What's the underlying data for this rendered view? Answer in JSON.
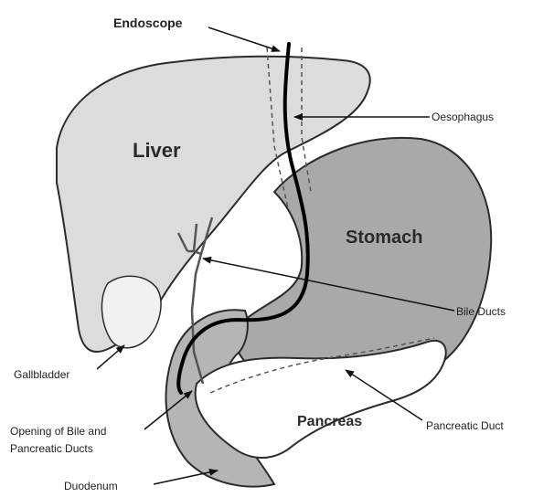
{
  "diagram": {
    "organs": {
      "liver": "Liver",
      "stomach": "Stomach",
      "pancreas": "Pancreas"
    },
    "labels": {
      "endoscope": "Endoscope",
      "oesophagus": "Oesophagus",
      "bile_ducts": "Bile Ducts",
      "gallbladder": "Gallbladder",
      "pancreatic_duct": "Pancreatic Duct",
      "opening_line1": "Opening of Bile and",
      "opening_line2": "Pancreatic Ducts",
      "duodenum": "Duodenum"
    },
    "colors": {
      "liver_fill": "#dcdcdc",
      "stomach_fill": "#a9a9a9",
      "duodenum_fill": "#b5b5b5",
      "pancreas_fill": "#ffffff",
      "outline": "#2b2b2b",
      "endoscope": "#000000"
    }
  }
}
